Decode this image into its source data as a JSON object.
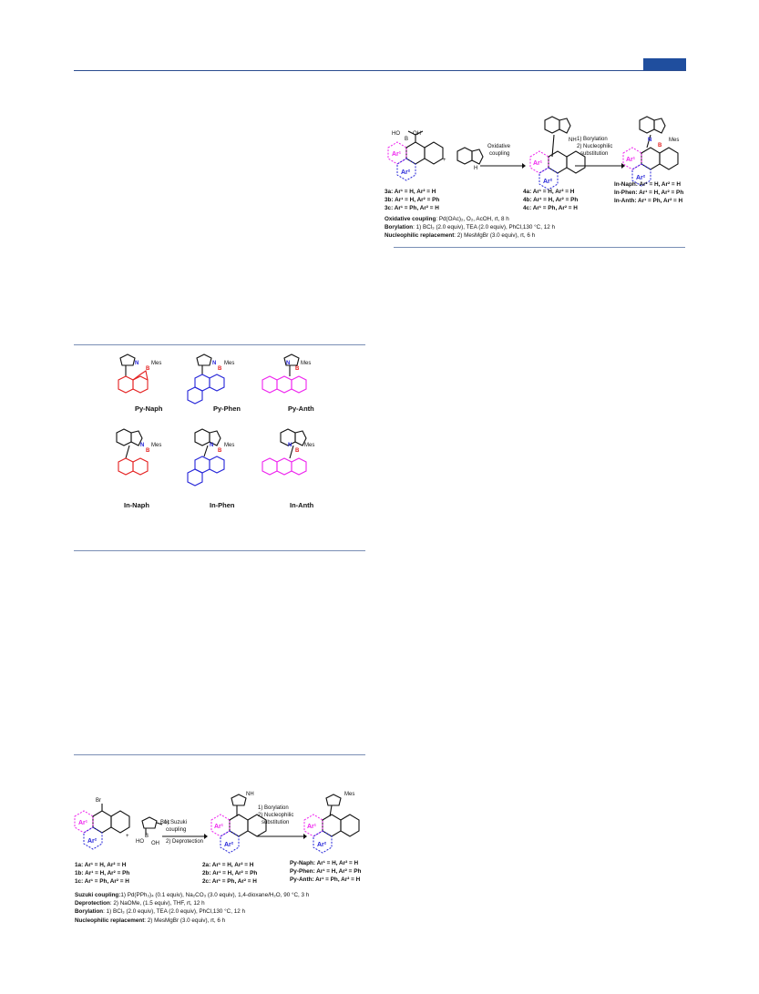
{
  "scheme_top": {
    "reagent_labels": [
      "HO",
      "B",
      "OH"
    ],
    "indole_nh": "H",
    "product_nh": "NH",
    "step1": [
      "Oxidative",
      "coupling"
    ],
    "step2": [
      "1) Borylation",
      "2) Nucleophilic",
      "substitution"
    ],
    "final_atoms": {
      "n": "N",
      "b": "B",
      "mes": "Mes"
    },
    "starting": [
      "3a: Ar¹ = H, Ar² = H",
      "3b: Ar¹ = H, Ar² = Ph",
      "3c: Ar¹ = Ph, Ar² = H"
    ],
    "intermediates": [
      "4a: Ar¹ = H, Ar² = H",
      "4b: Ar¹ = H, Ar² = Ph",
      "4c: Ar¹ = Ph, Ar² = H"
    ],
    "products": [
      "In-Naph: Ar¹ = H, Ar² = H",
      "In-Phen: Ar¹ = H, Ar² = Ph",
      "In-Anth: Ar¹ = Ph, Ar² = H"
    ],
    "conditions": [
      {
        "label": "Oxidative coupling",
        "text": ": Pd(OAc)₂, O₂, AcOH, rt, 8 h"
      },
      {
        "label": "Borylation",
        "text": ": 1) BCl₃ (2.0 equiv), TEA (2.0 equiv), PhCl,130 °C, 12 h"
      },
      {
        "label": "Nucleophilic replacement",
        "text": ": 2) MesMgBr (3.0 equiv), rt, 6 h"
      }
    ]
  },
  "molecules": {
    "row1": [
      "Py-Naph",
      "Py-Phen",
      "Py-Anth"
    ],
    "row2": [
      "In-Naph",
      "In-Phen",
      "In-Anth"
    ],
    "n": "N",
    "b": "B",
    "mes": "Mes"
  },
  "scheme_bottom": {
    "br": "Br",
    "boc": "Boc",
    "boron": [
      "HO",
      "B",
      "OH"
    ],
    "nh": "NH",
    "step1": [
      "1) Suzuki",
      "coupling",
      "2) Deprotection"
    ],
    "step2": [
      "1) Borylation",
      "2) Nucleophilic",
      "substitution"
    ],
    "mes": "Mes",
    "starting": [
      "1a: Ar¹ = H, Ar² = H",
      "1b: Ar¹ = H, Ar² = Ph",
      "1c: Ar¹ = Ph, Ar² = H"
    ],
    "intermediates": [
      "2a: Ar¹ = H, Ar² = H",
      "2b: Ar¹ = H, Ar² = Ph",
      "2c: Ar¹ = Ph, Ar² = H"
    ],
    "products": [
      "Py-Naph: Ar¹ = H, Ar² = H",
      "Py-Phen: Ar¹ = H, Ar² = Ph",
      "Py-Anth: Ar¹ = Ph, Ar² = H"
    ],
    "conditions": [
      {
        "label": "Suzuki coupling:",
        "text": "1) Pd(PPh₃)₄ (0.1 equiv), Na₂CO₃ (3.0 equiv), 1,4-dioxane/H₂O, 90 °C, 3 h"
      },
      {
        "label": "Deprotection",
        "text": ": 2) NaOMe, (1.5 equiv), THF, rt, 12 h"
      },
      {
        "label": "Borylation",
        "text": ": 1) BCl₃ (2.0 equiv), TEA (2.0 equiv), PhCl,130 °C, 12 h"
      },
      {
        "label": "Nucleophilic replacement",
        "text": ": 2) MesMgBr (3.0 equiv), rt, 6 h"
      }
    ]
  },
  "colors": {
    "header": "#1f4e9e",
    "red": "#e41f1f",
    "blue": "#2424d8",
    "magenta": "#ee22ee"
  }
}
